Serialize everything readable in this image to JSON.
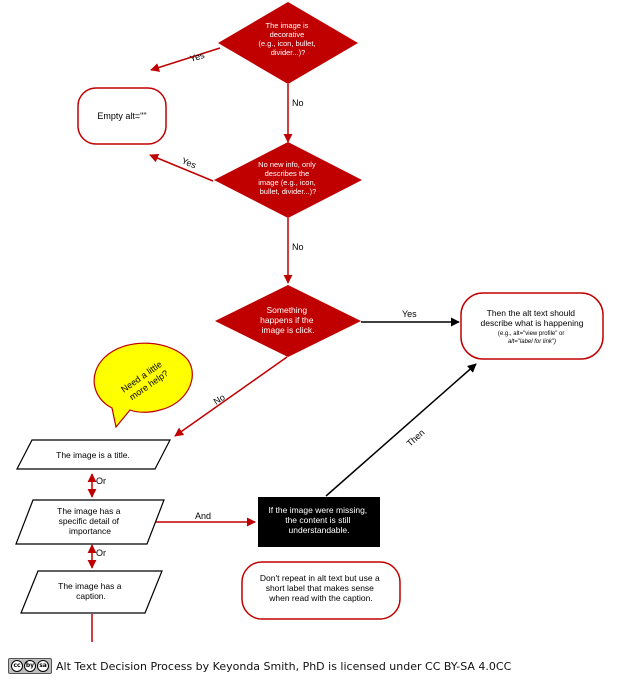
{
  "nodes": {
    "decorative": [
      "The image is",
      "decorative",
      "(e.g., icon, bullet,",
      "divider...)?"
    ],
    "empty_alt": "Empty alt=\"\"",
    "no_new_info": [
      "No new info, only",
      "describes the",
      "image (e.g., icon,",
      "bullet, divider...)?"
    ],
    "something_happens": [
      "Something",
      "happens if the",
      "image is click."
    ],
    "then_alt": [
      "Then the alt text should",
      "describe what is happening"
    ],
    "then_alt_example": [
      "(e.g., alt=\"view profile\" or",
      "alt=\"label for link\")"
    ],
    "help": [
      "Need a little",
      "more help?"
    ],
    "title": "The image is a title.",
    "detail": [
      "The image has a",
      "specific detail of",
      "importance"
    ],
    "caption": [
      "The image has a",
      "caption."
    ],
    "missing": [
      "If the image were missing,",
      "the content is still",
      "understandable."
    ],
    "dont_repeat": [
      "Don't repeat in alt text but use a",
      "short label that makes sense",
      "when read with the caption."
    ]
  },
  "edges": {
    "yes": "Yes",
    "no": "No",
    "or": "Or",
    "and": "And",
    "then": "Then"
  },
  "footer": {
    "license_icons": [
      "cc",
      "by",
      "sa"
    ],
    "text": "Alt Text Decision Process by Keyonda Smith, PhD  is licensed under CC BY-SA 4.0CC"
  },
  "colors": {
    "diamond": "#c00000",
    "arrow": "#c00000",
    "rounded_border": "#c00000",
    "black_box": "#000000",
    "callout": "#ffff00"
  }
}
